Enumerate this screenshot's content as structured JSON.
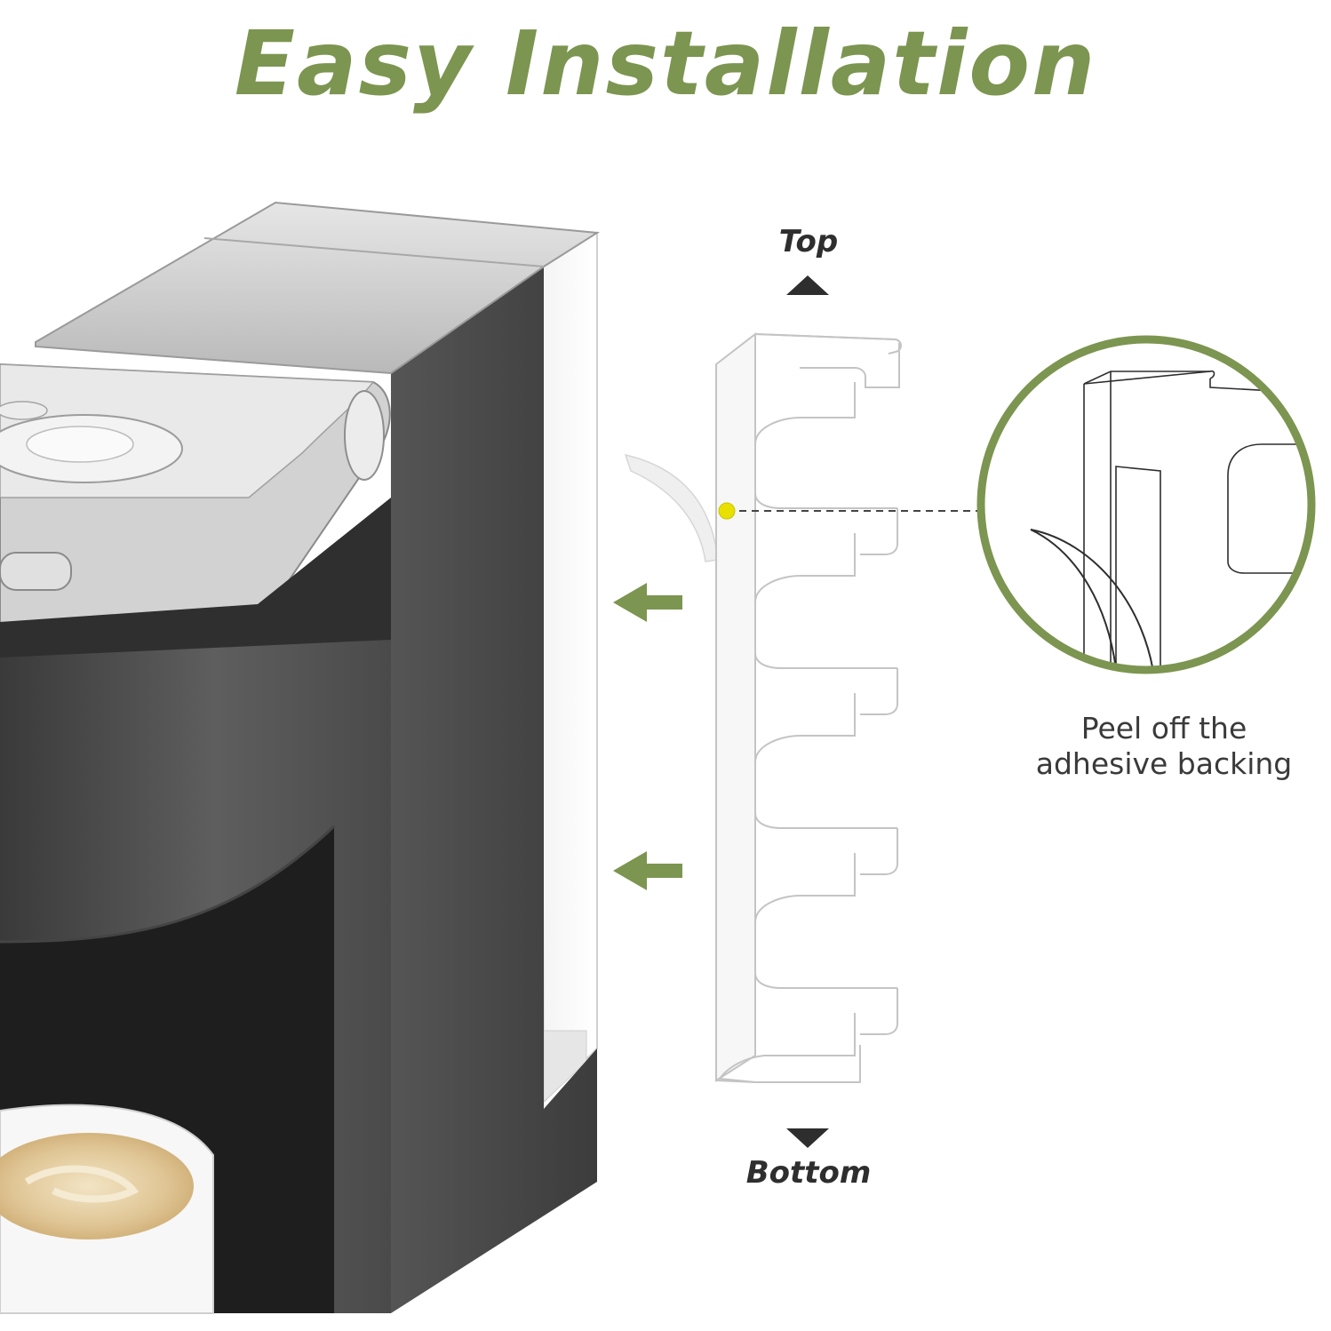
{
  "title": "Easy Installation",
  "labels": {
    "top": "Top",
    "bottom": "Bottom"
  },
  "caption": {
    "line1": "Peel off the",
    "line2": "adhesive backing"
  },
  "colors": {
    "accent": "#7c9550",
    "machine_body": "#5a5a5a",
    "machine_dark": "#2b2b2b",
    "silver_top": "#d8d8d8",
    "marker_dot": "#e8e000",
    "text_dark": "#2e2e2e"
  },
  "icons": {
    "top_marker": "triangle-up-icon",
    "bottom_marker": "triangle-down-icon",
    "arrow": "arrow-left-icon",
    "callout_dot": "dot-icon"
  }
}
